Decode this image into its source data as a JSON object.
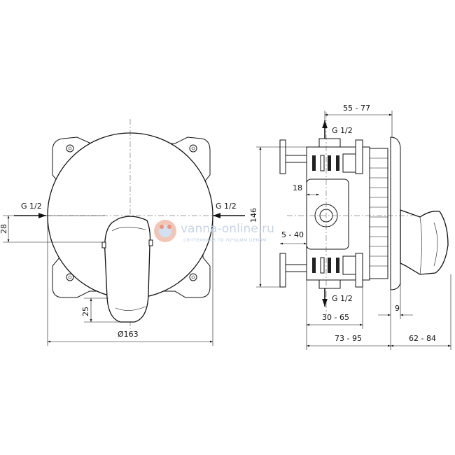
{
  "watermark": {
    "domain": "vanna-online.ru",
    "tagline": "сантехника по лучшим ценам"
  },
  "front_view": {
    "inlet_left": "G 1/2",
    "inlet_right": "G 1/2",
    "dim_28": "28",
    "dim_25": "25",
    "diameter": "Ø163"
  },
  "side_view": {
    "top_outlet": "G 1/2",
    "bottom_outlet": "G 1/2",
    "dim_55_77": "55 - 77",
    "dim_146": "146",
    "dim_18": "18",
    "dim_5_40": "5 - 40",
    "dim_9": "9",
    "dim_30_65": "30 - 65",
    "dim_73_95": "73 - 95",
    "dim_62_84": "62 - 84"
  }
}
